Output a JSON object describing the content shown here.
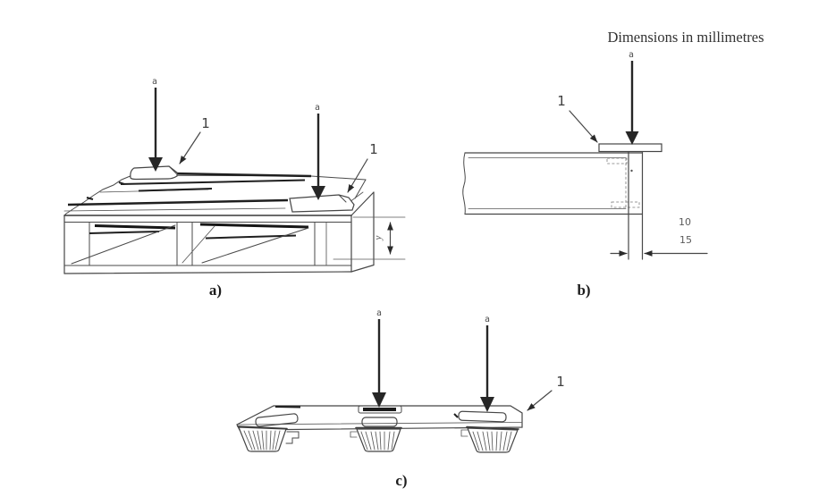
{
  "figure": {
    "units_note": "Dimensions in millimetres",
    "panels": {
      "a": {
        "caption": "a)",
        "arrow_labels": [
          "a",
          "a"
        ],
        "item_labels": [
          "1",
          "1"
        ],
        "height_dim_label": "y"
      },
      "b": {
        "caption": "b)",
        "arrow_labels": [
          "a"
        ],
        "item_labels": [
          "1"
        ],
        "dim_labels": [
          "10",
          "15"
        ]
      },
      "c": {
        "caption": "c)",
        "arrow_labels": [
          "a",
          "a"
        ],
        "item_labels": [
          "1"
        ]
      }
    }
  },
  "colors": {
    "background": "#ffffff",
    "line": "#4a4a4a",
    "dark_line": "#1f1f1f",
    "arrow": "#262626",
    "label_text": "#3f3f3f",
    "caption_text": "#1c1c1c",
    "note_text": "#333333"
  }
}
